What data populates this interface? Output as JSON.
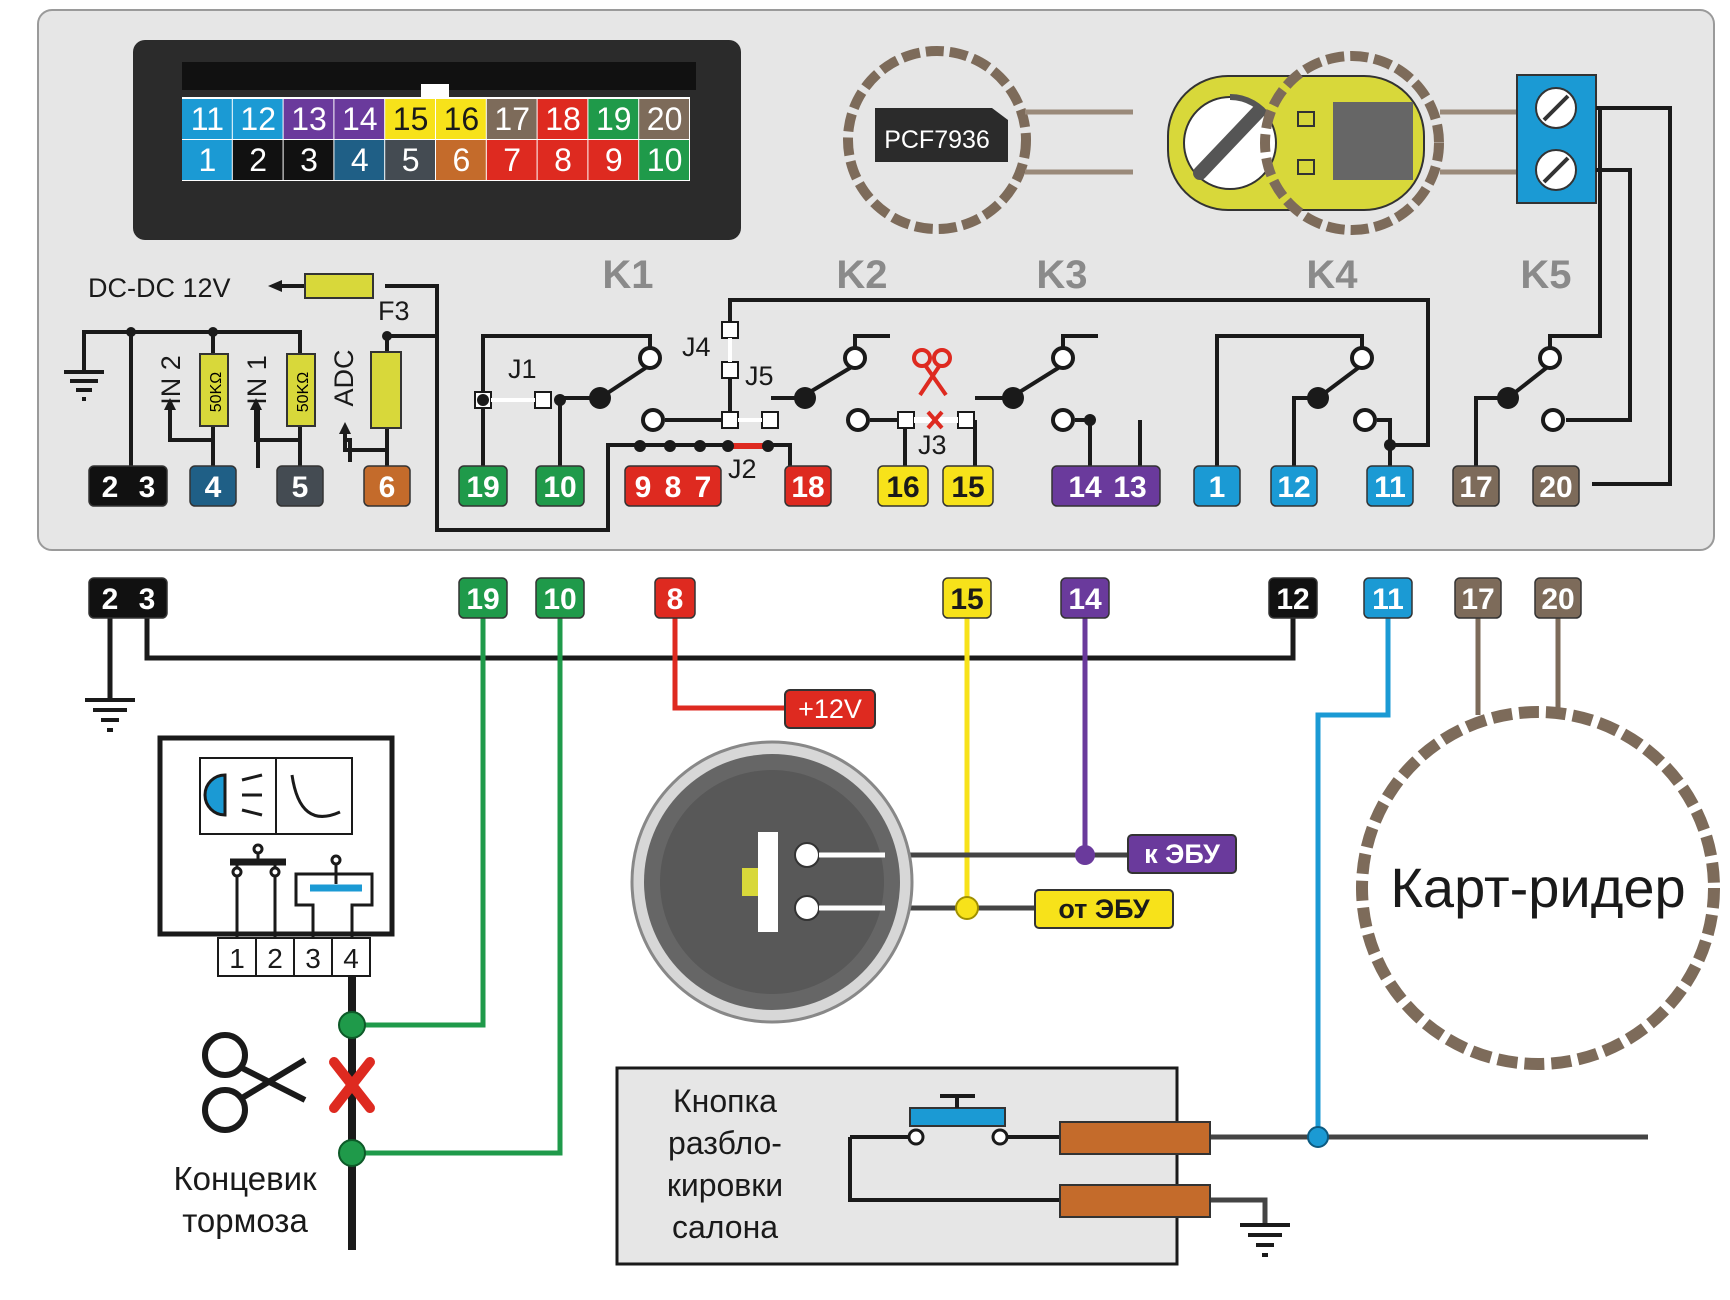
{
  "pin_colors": {
    "1": "#1b9ad4",
    "2": "#111111",
    "3": "#111111",
    "4": "#1f5f86",
    "5": "#444b52",
    "6": "#c46b2b",
    "7": "#de2a20",
    "8": "#de2a20",
    "9": "#de2a20",
    "10": "#1f9a4a",
    "11": "#1b9ad4",
    "12": "#1b9ad4",
    "13": "#6a3a9c",
    "14": "#6a3a9c",
    "15": "#f7e21a",
    "16": "#f7e21a",
    "17": "#7d6b5a",
    "18": "#de2a20",
    "19": "#1f9a4a",
    "20": "#7d6b5a"
  },
  "colors": {
    "wire_black": "#1a1a1a",
    "wire_green": "#1f9a4a",
    "wire_red": "#de2a20",
    "wire_blue": "#1b9ad4",
    "wire_yellow": "#f7e21a",
    "wire_purple": "#6a3a9c",
    "wire_brown": "#7d6b5a",
    "panel": "#e6e6e6",
    "dashed_coil": "#7d6b5a",
    "resistor": "#d8d83a",
    "resistor_pad": "#c46b2b"
  },
  "connector": {
    "top_row": [
      "11",
      "12",
      "13",
      "14",
      "15",
      "16",
      "17",
      "18",
      "19",
      "20"
    ],
    "bottom_row": [
      "1",
      "2",
      "3",
      "4",
      "5",
      "6",
      "7",
      "8",
      "9",
      "10"
    ]
  },
  "chip": {
    "label": "PCF7936"
  },
  "relays": [
    "K1",
    "K2",
    "K3",
    "K4",
    "K5"
  ],
  "labels": {
    "dcdc": "DC-DC 12V",
    "fuse": "F3",
    "in2": "IN 2",
    "in1": "IN 1",
    "adc": "ADC",
    "res1": "50KΩ",
    "res2": "50KΩ",
    "j1": "J1",
    "j2": "J2",
    "j3": "J3",
    "j4": "J4",
    "j5": "J5"
  },
  "module_pins": {
    "p23a": "2",
    "p23b": "3",
    "p4": "4",
    "p5": "5",
    "p6": "6",
    "p19": "19",
    "p10": "10",
    "p9": "9",
    "p8": "8",
    "p7": "7",
    "p18": "18",
    "p16": "16",
    "p15": "15",
    "p14": "14",
    "p13": "13",
    "p1": "1",
    "p12": "12",
    "p11": "11",
    "p17": "17",
    "p20": "20"
  },
  "harness_pins": {
    "h2": "2",
    "h3": "3",
    "h19": "19",
    "h10": "10",
    "h8": "8",
    "h15": "15",
    "h14": "14",
    "h12": "12",
    "h11": "11",
    "h17": "17",
    "h20": "20"
  },
  "annotations": {
    "plus12v": "+12V",
    "to_ecu": "к ЭБУ",
    "from_ecu": "от ЭБУ",
    "card_reader": "Карт-ридер",
    "unlock_button": [
      "Кнопка",
      "разбло-",
      "кировки",
      "салона"
    ],
    "brake_switch": [
      "Концевик",
      "тормоза"
    ]
  },
  "brake_terminals": [
    "1",
    "2",
    "3",
    "4"
  ]
}
